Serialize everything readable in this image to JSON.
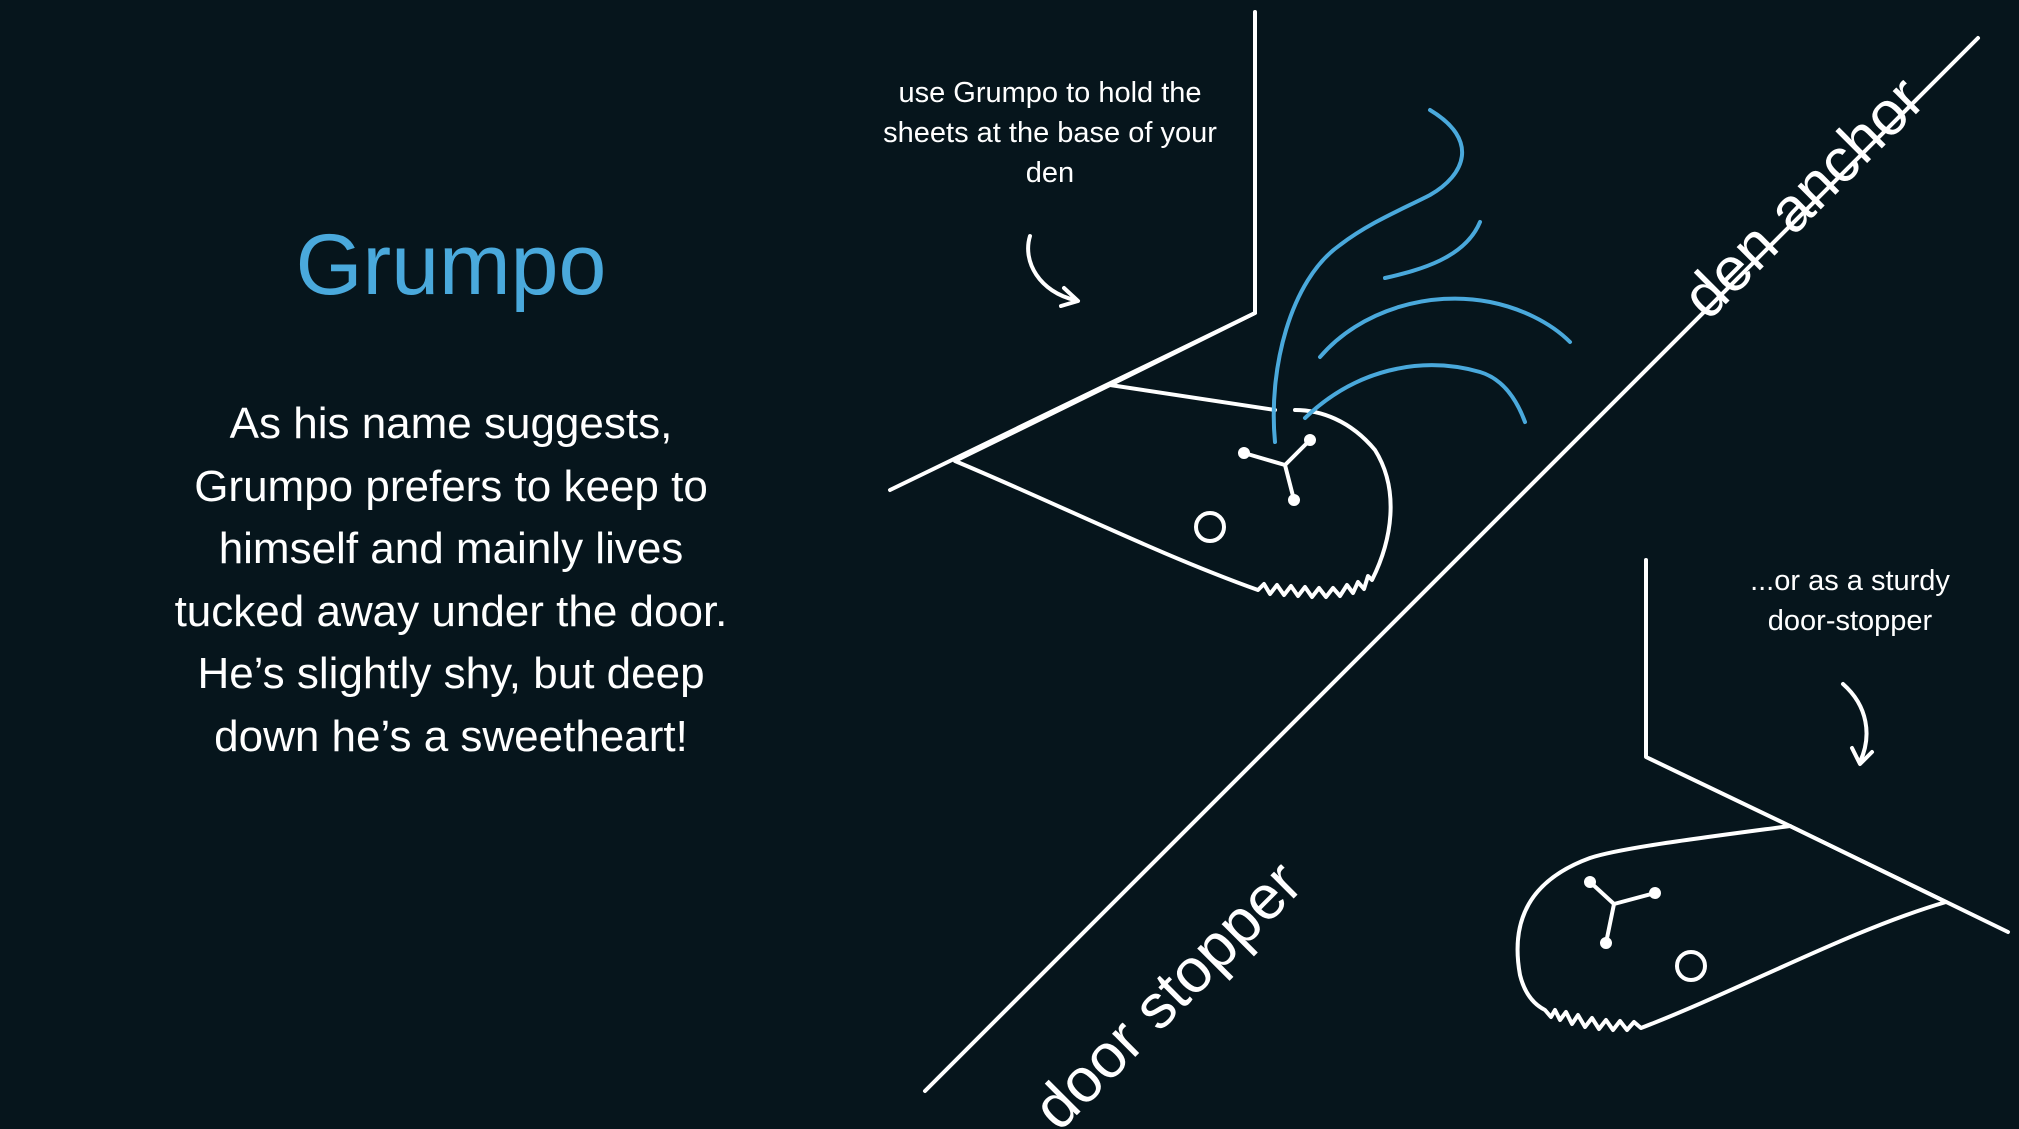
{
  "slide": {
    "title": "Grumpo",
    "description": "As his name suggests, Grumpo prefers to keep to himself and mainly lives tucked away under the door. He’s slightly shy, but deep down he’s a sweetheart!",
    "note_den": "use Grumpo to hold the sheets at the base of your den",
    "note_door": "...or as a sturdy door-stopper",
    "label_den": "den anchor",
    "label_door": "door stopper"
  },
  "colors": {
    "background": "#06151c",
    "accent": "#4aa9dc",
    "line": "#ffffff"
  }
}
